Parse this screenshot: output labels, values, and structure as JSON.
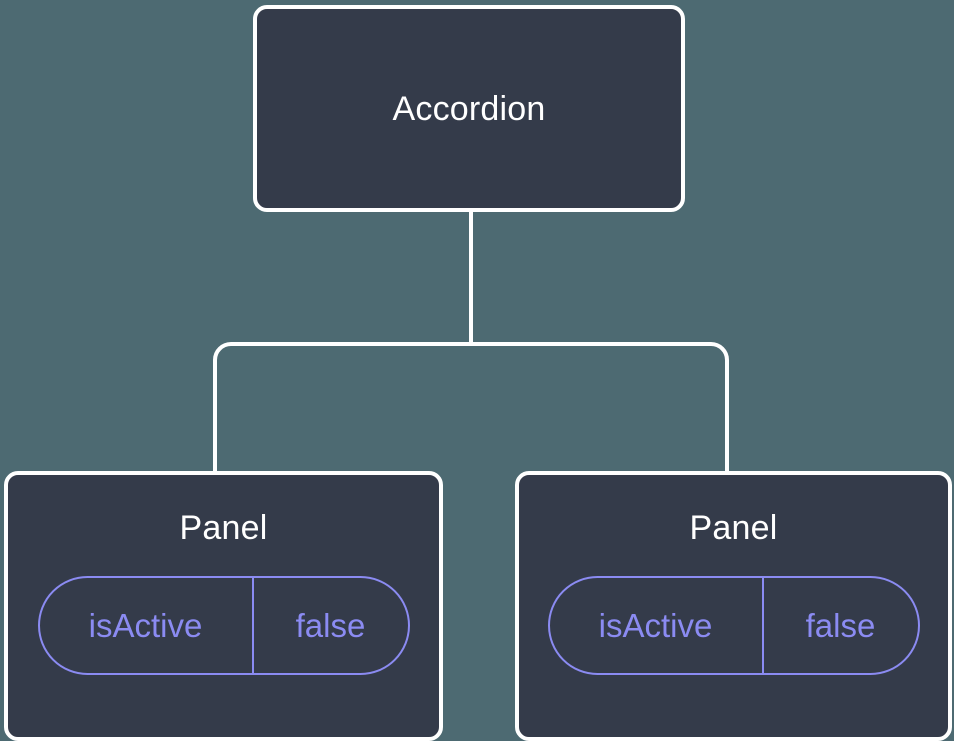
{
  "diagram": {
    "type": "component-tree",
    "background_color": "#4d6a72",
    "node_fill_color": "#343b4a",
    "node_border_color": "#ffffff",
    "node_label_color": "#ffffff",
    "state_accent_color": "#8b8bf2",
    "root": {
      "label": "Accordion"
    },
    "children": [
      {
        "label": "Panel",
        "state": {
          "key": "isActive",
          "value": "false"
        }
      },
      {
        "label": "Panel",
        "state": {
          "key": "isActive",
          "value": "false"
        }
      }
    ]
  }
}
